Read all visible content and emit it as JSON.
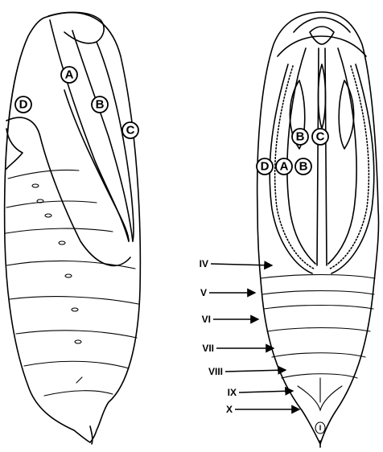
{
  "circle_labels": {
    "a": "A",
    "b": "B",
    "c": "C",
    "d": "D"
  },
  "segment_labels": [
    "IV",
    "V",
    "VI",
    "VII",
    "VIII",
    "IX",
    "X"
  ],
  "anal_marker": "I"
}
